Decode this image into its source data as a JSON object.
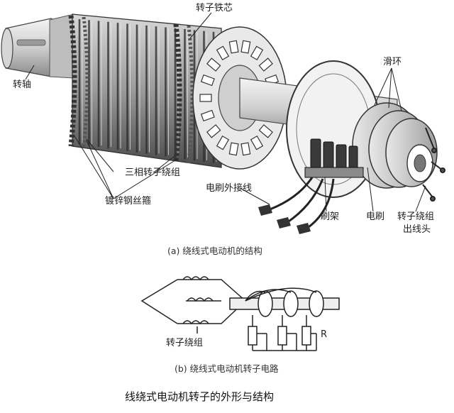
{
  "figure_a": {
    "labels": {
      "rotor_core": "转子铁芯",
      "shaft": "转轴",
      "slip_rings": "滑环",
      "three_phase_winding": "三相转子绕组",
      "banding_wire": "镀锌钢丝箍",
      "brush_lead": "电刷外接线",
      "brush_holder": "刷架",
      "brush": "电刷",
      "winding_lead_1": "转子绕组",
      "winding_lead_2": "出线头"
    },
    "caption": "(a) 绕线式电动机的结构"
  },
  "figure_b": {
    "labels": {
      "rotor_winding": "转子绕组",
      "resistor": "R"
    },
    "caption": "(b) 绕线式电动机转子电路"
  },
  "title": "线绕式电动机转子的外形与结构"
}
